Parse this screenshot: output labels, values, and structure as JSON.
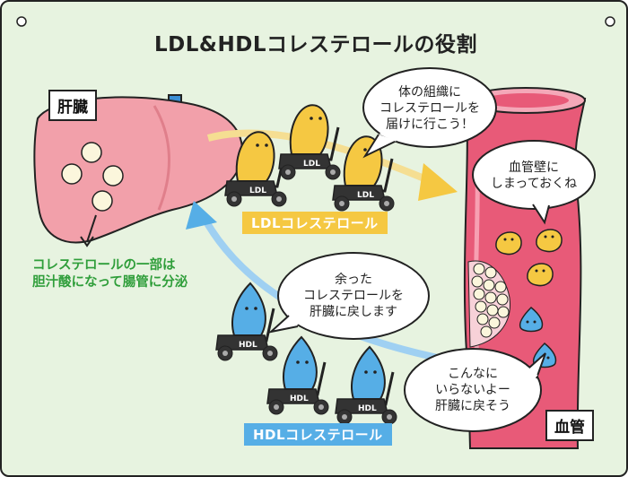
{
  "title": "LDL&HDLコレステロールの役割",
  "organs": {
    "liver_label": "肝臓",
    "vessel_label": "血管"
  },
  "liver_note": {
    "line1": "コレステロールの一部は",
    "line2": "胆汁酸になって腸管に分泌"
  },
  "ldl": {
    "band_label": "LDLコレステロール",
    "scooter_text": "LDL",
    "speech": [
      "体の組織に",
      "コレステロールを",
      "届けに行こう！"
    ],
    "wall_speech": [
      "血管壁に",
      "しまっておくね"
    ]
  },
  "hdl": {
    "band_label": "HDLコレステロール",
    "scooter_text": "HDL",
    "speech": [
      "余った",
      "コレステロールを",
      "肝臓に戻します"
    ],
    "return_speech": [
      "こんなに",
      "いらないよー",
      "肝臓に戻そう"
    ]
  },
  "colors": {
    "background": "#e7f3e0",
    "liver": "#f2a0aa",
    "vessel": "#e85a78",
    "ldl": "#f5c842",
    "hdl": "#56aee6",
    "note_green": "#2f9e3a"
  }
}
